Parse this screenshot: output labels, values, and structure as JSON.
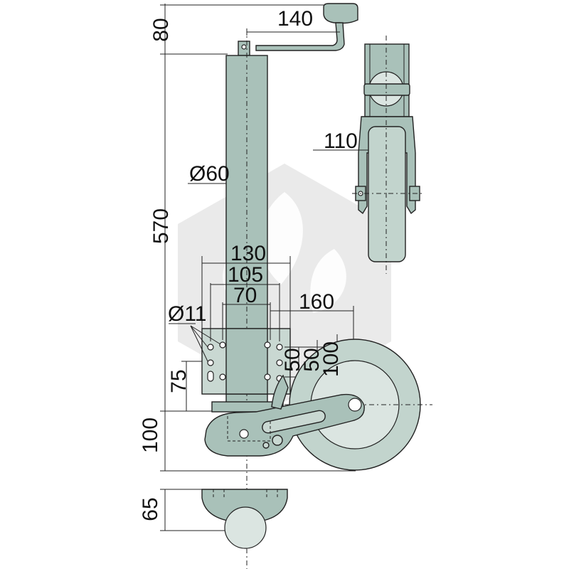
{
  "dimensions": {
    "crank_height": "80",
    "crank_reach": "140",
    "tube_length": "570",
    "tube_diameter": "Ø60",
    "wheel_width": "110",
    "plate_width_outer": "130",
    "plate_width_mid": "105",
    "plate_width_inner": "70",
    "wheel_offset": "160",
    "hole_diameter": "Ø11",
    "hole_spacing_a": "50",
    "hole_spacing_b": "50",
    "hole_spacing_c": "100",
    "plate_height": "75",
    "foot_height": "100",
    "clamp_height": "65"
  },
  "colors": {
    "metal": "#a9c1b9",
    "wheel": "#c2d4cd",
    "watermark": "#d9d9d9"
  }
}
